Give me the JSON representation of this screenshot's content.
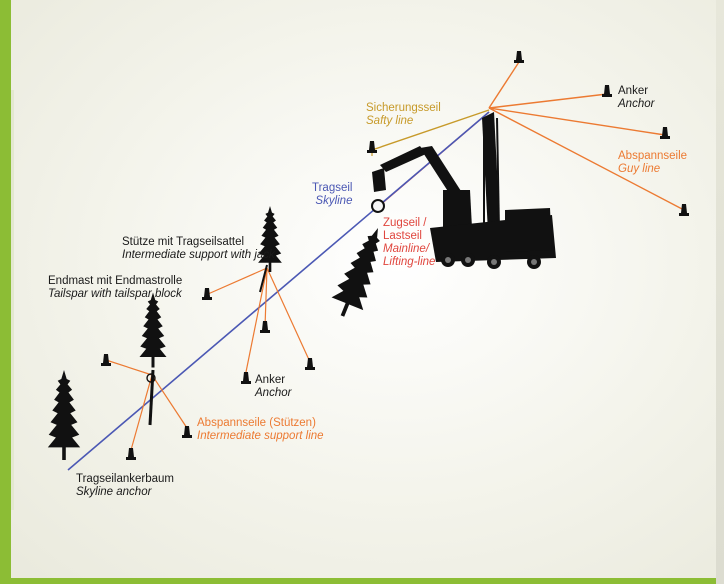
{
  "labels": {
    "safety_line": {
      "de": "Sicherungsseil",
      "en": "Safty line"
    },
    "anchor_top": {
      "de": "Anker",
      "en": "Anchor"
    },
    "guy_line": {
      "de": "Abspannseile",
      "en": "Guy line"
    },
    "skyline": {
      "de": "Tragseil",
      "en": "Skyline"
    },
    "mainline_de1": "Zugseil /",
    "mainline_de2": "Lastseil",
    "mainline_en1": "Mainline/",
    "mainline_en2": "Lifting-line",
    "intermediate_support": {
      "de": "Stütze mit Tragseilsattel",
      "en": "Intermediate support with jack"
    },
    "tailspar": {
      "de": "Endmast mit Endmastrolle",
      "en": "Tailspar with tailspar block"
    },
    "anchor_mid": {
      "de": "Anker",
      "en": "Anchor"
    },
    "intermediate_support_line": {
      "de": "Abspannseile (Stützen)",
      "en": "Intermediate support line"
    },
    "skyline_anchor": {
      "de": "Tragseilankerbaum",
      "en": "Skyline anchor"
    }
  },
  "colors": {
    "skyline": "#4b58b4",
    "guy_lines": "#ec7a32",
    "mainline": "#e0463e",
    "safety_line": "#c79a2a",
    "border": "#8cbd35"
  }
}
